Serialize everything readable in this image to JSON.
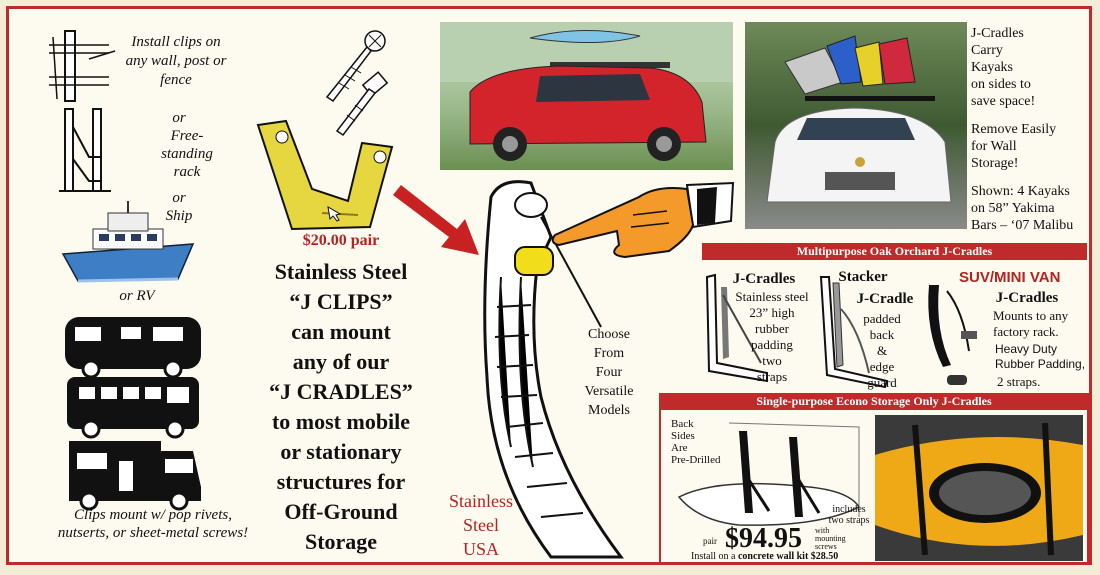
{
  "left_column": {
    "install_clips": "Install clips on any wall, post or fence",
    "or1": "or",
    "free_standing": "Free-standing rack",
    "or2": "or",
    "ship": "Ship",
    "or_rv": "or RV",
    "clips_mount": "Clips mount w/ pop rivets, nutserts, or sheet-metal screws!"
  },
  "center": {
    "price": "$20.00 pair",
    "headline_lines": [
      "Stainless Steel",
      "“J CLIPS”",
      "can mount",
      "any of our",
      "“J CRADLES”",
      "to most mobile",
      "or stationary",
      "structures for",
      "Off-Ground",
      "Storage"
    ],
    "choose_lines": [
      "Choose",
      "From",
      "Four",
      "Versatile",
      "Models"
    ],
    "stainless_lines": [
      "Stainless",
      "Steel",
      "USA"
    ]
  },
  "top_right": {
    "caption_1_lines": [
      "J-Cradles",
      "Carry",
      "Kayaks",
      "on sides to",
      "save space!"
    ],
    "caption_2_lines": [
      "Remove Easily",
      "for Wall",
      "Storage!"
    ],
    "caption_3_lines": [
      "Shown: 4 Kayaks",
      "on 58” Yakima",
      "Bars – ‘07 Malibu"
    ]
  },
  "multipurpose": {
    "header": "Multipurpose Oak Orchard J-Cradles",
    "jcradles_title": "J-Cradles",
    "jcradles_desc_lines": [
      "Stainless steel",
      "23” high",
      "rubber",
      "padding",
      "two",
      "straps"
    ],
    "stacker_title_1": "Stacker",
    "stacker_title_2": "J-Cradle",
    "stacker_desc_lines": [
      "padded",
      "back",
      "&",
      "edge",
      "guard"
    ],
    "suv_title": "SUV/MINI VAN",
    "suv_sub": "J-Cradles",
    "suv_desc_lines": [
      "Mounts to any",
      "factory rack."
    ],
    "suv_heavy_lines": [
      "Heavy Duty",
      "Rubber Padding,"
    ],
    "suv_straps": "2 straps."
  },
  "single_purpose": {
    "header": "Single-purpose Econo Storage Only J-Cradles",
    "back_sides_lines": [
      "Back",
      "Sides",
      "Are",
      "Pre-Drilled"
    ],
    "includes_lines": [
      "includes",
      "two straps"
    ],
    "pair_label": "pair",
    "price": "$94.95",
    "with_lines": [
      "with",
      "mounting",
      "screws"
    ],
    "install_prefix": "Install on a",
    "install_bold": "concrete wall kit",
    "install_price": "$28.50"
  }
}
